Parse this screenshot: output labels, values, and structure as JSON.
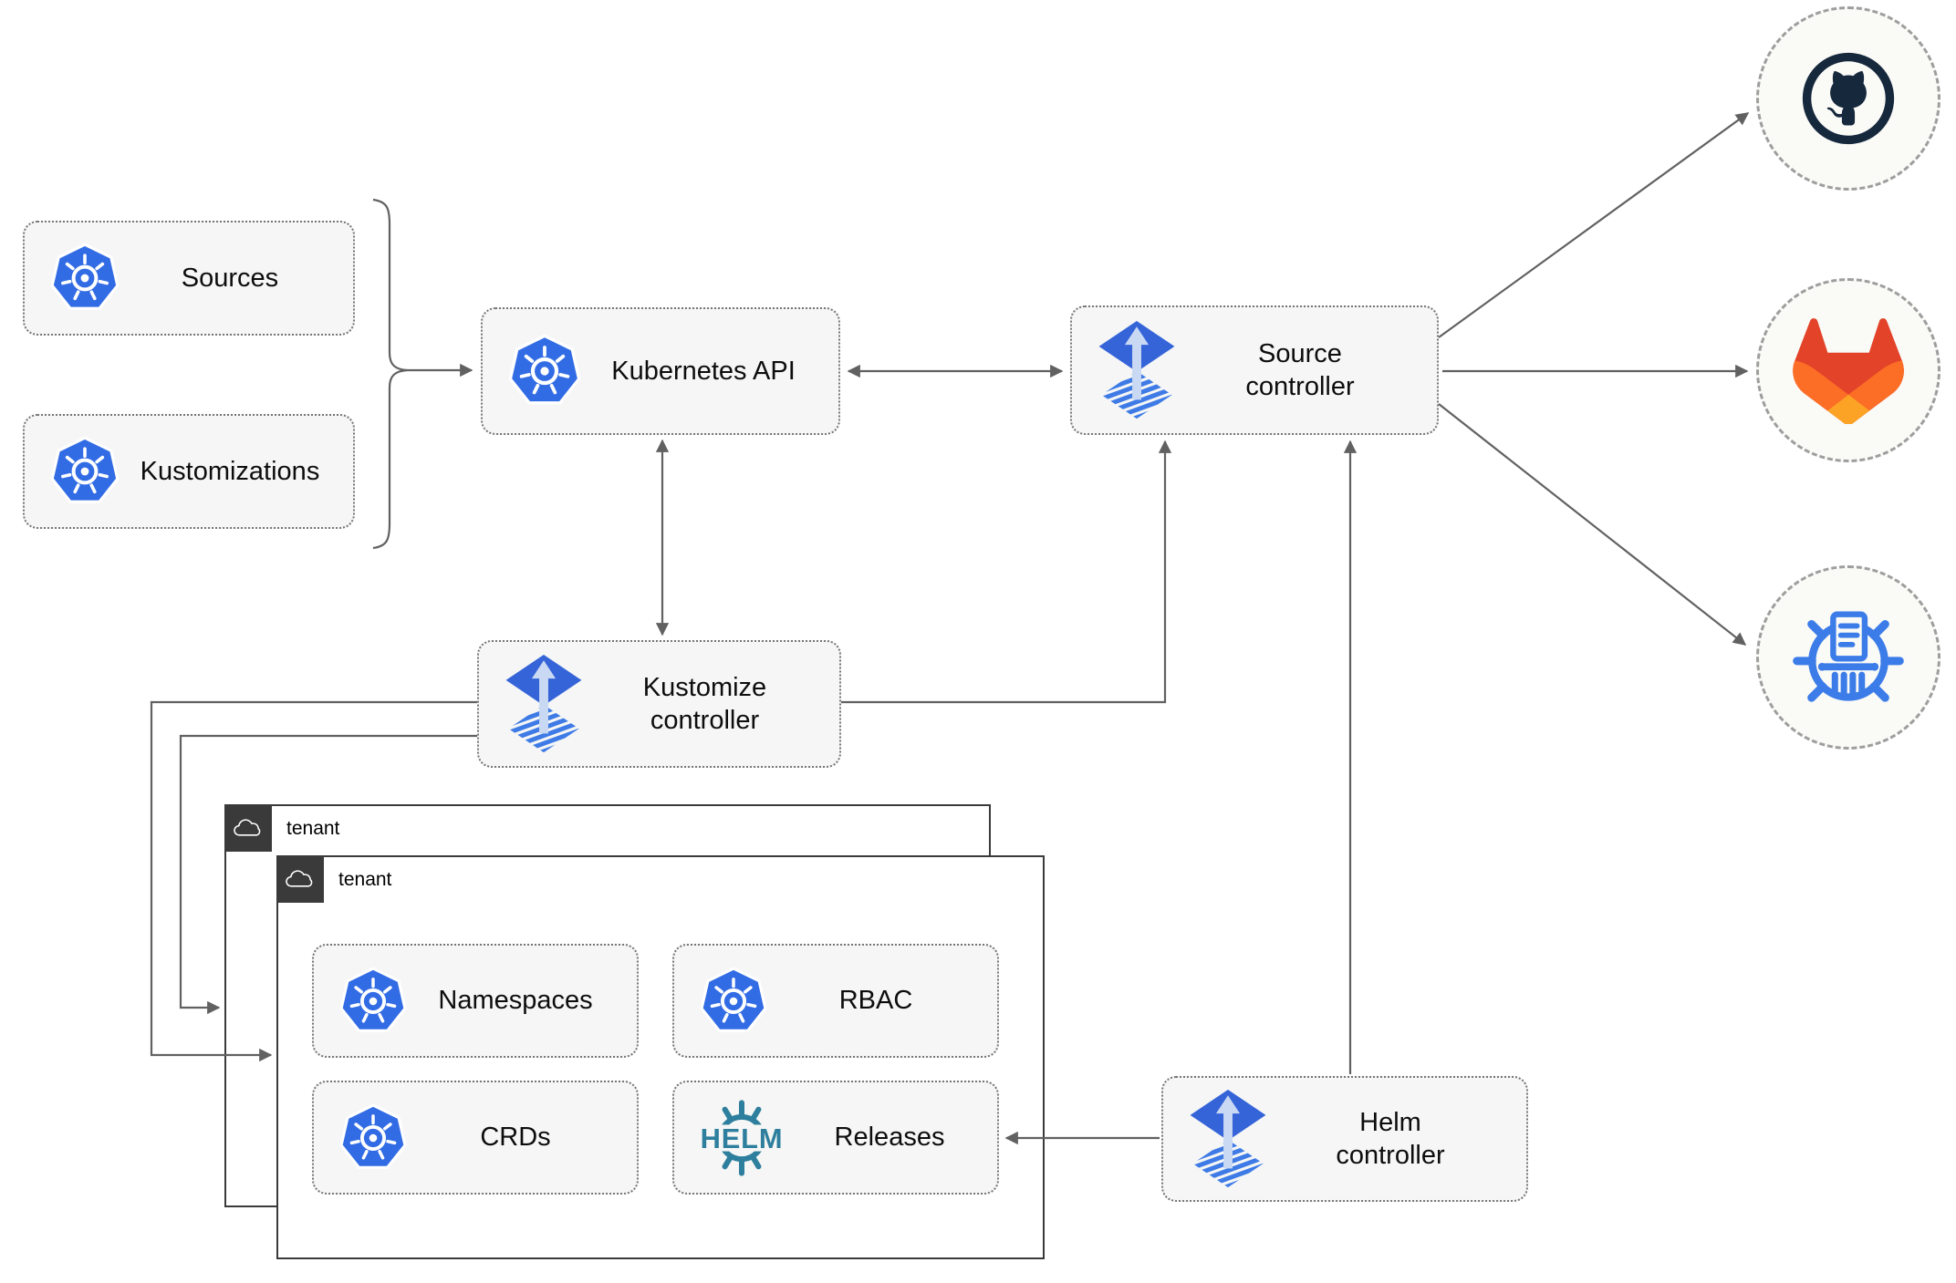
{
  "nodes": {
    "sources": {
      "label": "Sources"
    },
    "kustomizations": {
      "label": "Kustomizations"
    },
    "kubernetes_api": {
      "label": "Kubernetes API"
    },
    "source_controller": {
      "label": "Source\ncontroller"
    },
    "kustomize_controller": {
      "label": "Kustomize\ncontroller"
    },
    "helm_controller": {
      "label": "Helm\ncontroller"
    }
  },
  "tenants": {
    "back": {
      "label": "tenant"
    },
    "front": {
      "label": "tenant"
    }
  },
  "tenant_resources": {
    "namespaces": {
      "label": "Namespaces"
    },
    "rbac": {
      "label": "RBAC"
    },
    "crds": {
      "label": "CRDs"
    },
    "releases": {
      "label": "Releases"
    }
  },
  "helm_logo": {
    "text": "HELM"
  },
  "remotes": {
    "github": {
      "icon": "github-octocat"
    },
    "gitlab": {
      "icon": "gitlab-tanuki"
    },
    "chart_repository": {
      "icon": "chartmuseum-helm-repository"
    }
  },
  "colors": {
    "kubernetes_blue": "#326CE5",
    "flux_blue": "#3564D9",
    "flux_arrow_light": "#C9D9F3",
    "helm_teal": "#2E7E9E",
    "github_dark": "#16283C",
    "gitlab_red": "#E24329",
    "gitlab_orange": "#FC6D26",
    "gitlab_amber": "#FCA326",
    "chart_repo_blue": "#3B7CE8",
    "connector_gray": "#616161",
    "node_fill": "#F5F6F5",
    "tenant_header_dark": "#3A3A3A"
  }
}
